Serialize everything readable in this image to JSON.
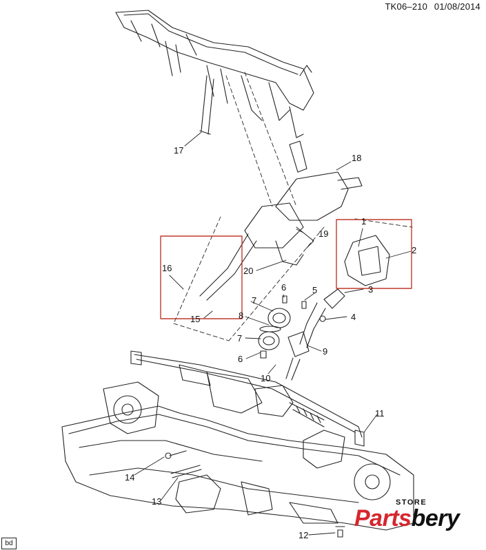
{
  "header": {
    "diagram_id": "TK06–210",
    "date": "01/08/2014"
  },
  "callouts": [
    {
      "id": "1",
      "label": "1"
    },
    {
      "id": "2",
      "label": "2"
    },
    {
      "id": "3",
      "label": "3"
    },
    {
      "id": "4",
      "label": "4"
    },
    {
      "id": "5",
      "label": "5"
    },
    {
      "id": "6a",
      "label": "6"
    },
    {
      "id": "6b",
      "label": "6"
    },
    {
      "id": "7a",
      "label": "7"
    },
    {
      "id": "7b",
      "label": "7"
    },
    {
      "id": "8",
      "label": "8"
    },
    {
      "id": "9",
      "label": "9"
    },
    {
      "id": "10",
      "label": "10"
    },
    {
      "id": "11",
      "label": "11"
    },
    {
      "id": "12",
      "label": "12"
    },
    {
      "id": "13",
      "label": "13"
    },
    {
      "id": "14",
      "label": "14"
    },
    {
      "id": "15",
      "label": "15"
    },
    {
      "id": "16",
      "label": "16"
    },
    {
      "id": "17",
      "label": "17"
    },
    {
      "id": "18",
      "label": "18"
    },
    {
      "id": "19",
      "label": "19"
    },
    {
      "id": "20",
      "label": "20"
    }
  ],
  "corner_tag": "bd",
  "logo": {
    "top": "STORE",
    "part1": "Parts",
    "part2": "bery",
    "accent_color": "#d5272e"
  }
}
